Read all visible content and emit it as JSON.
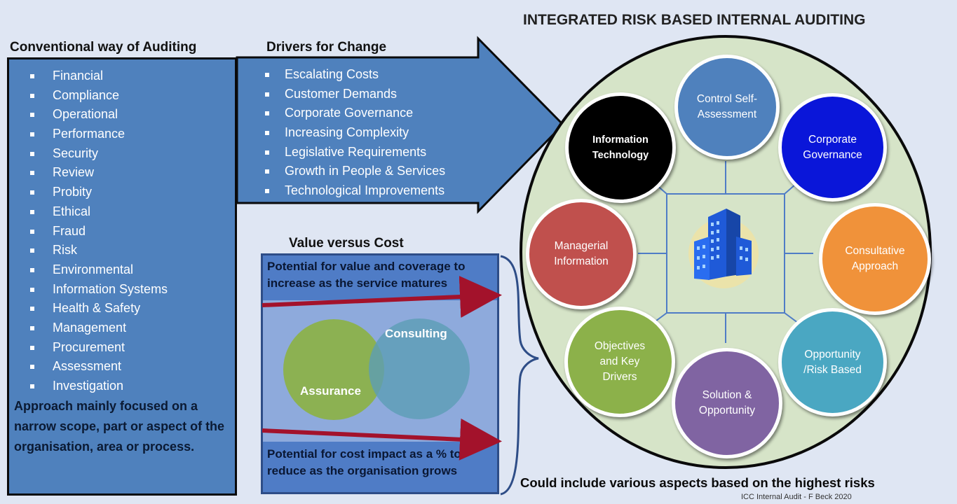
{
  "header_title": "INTEGRATED RISK BASED INTERNAL AUDITING",
  "left": {
    "heading": "Conventional way of Auditing",
    "items": [
      "Financial",
      "Compliance",
      "Operational",
      "Performance",
      "Security",
      "Review",
      "Probity",
      "Ethical",
      "Fraud",
      "Risk",
      "Environmental",
      "Information Systems",
      "Health & Safety",
      "Management",
      "Procurement",
      "Assessment",
      "Investigation"
    ],
    "footer": "Approach mainly focused on a narrow scope, part or aspect of the organisation, area or process."
  },
  "drivers": {
    "heading": "Drivers for Change",
    "items": [
      "Escalating Costs",
      "Customer Demands",
      "Corporate Governance",
      "Increasing Complexity",
      "Legislative Requirements",
      "Growth in People & Services",
      "Technological Improvements"
    ]
  },
  "value_cost": {
    "heading": "Value versus Cost",
    "top_text": "Potential for value and coverage to increase as the service matures",
    "bottom_text": "Potential for cost impact as a % to reduce as the organisation grows",
    "venn_left": "Assurance",
    "venn_right": "Consulting"
  },
  "circles": [
    {
      "label": "Control Self-Assessment",
      "color": "#4f81bd"
    },
    {
      "label": "Corporate Governance",
      "color": "#0a16d9"
    },
    {
      "label": "Consultative Approach",
      "color": "#f0923a"
    },
    {
      "label": "Opportunity /Risk Based",
      "color": "#4aa7c2"
    },
    {
      "label": "Solution & Opportunity",
      "color": "#8064a2"
    },
    {
      "label": "Objectives and Key Drivers",
      "color": "#8cb14a"
    },
    {
      "label": "Managerial Information",
      "color": "#c0504d"
    },
    {
      "label": "Information Technology",
      "color": "#000000"
    }
  ],
  "bottom_caption": "Could include various aspects based on the highest risks",
  "credit": "ICC Internal Audit - F Beck 2020",
  "colors": {
    "panel_blue": "#4f81bd",
    "background": "#dfe6f3",
    "ring_green": "#d6e4c8",
    "arrow_red": "#a3122b"
  }
}
